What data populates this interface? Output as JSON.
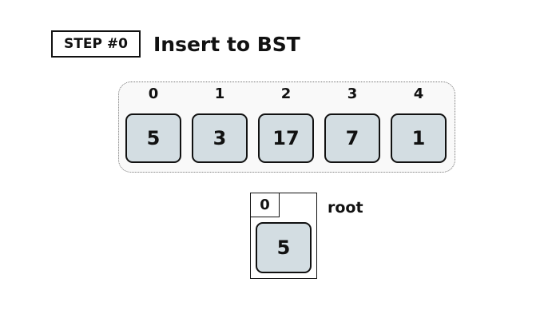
{
  "step": {
    "label": "STEP #0",
    "title": "Insert to BST"
  },
  "array": {
    "indices": [
      "0",
      "1",
      "2",
      "3",
      "4"
    ],
    "values": [
      "5",
      "3",
      "17",
      "7",
      "1"
    ]
  },
  "tree": {
    "nodes": [
      {
        "index": "0",
        "value": "5",
        "label": "root"
      }
    ]
  },
  "colors": {
    "cell_fill": "#d3dde2",
    "border": "#111111",
    "container_fill": "#f9f9f9",
    "container_border": "#777777"
  }
}
